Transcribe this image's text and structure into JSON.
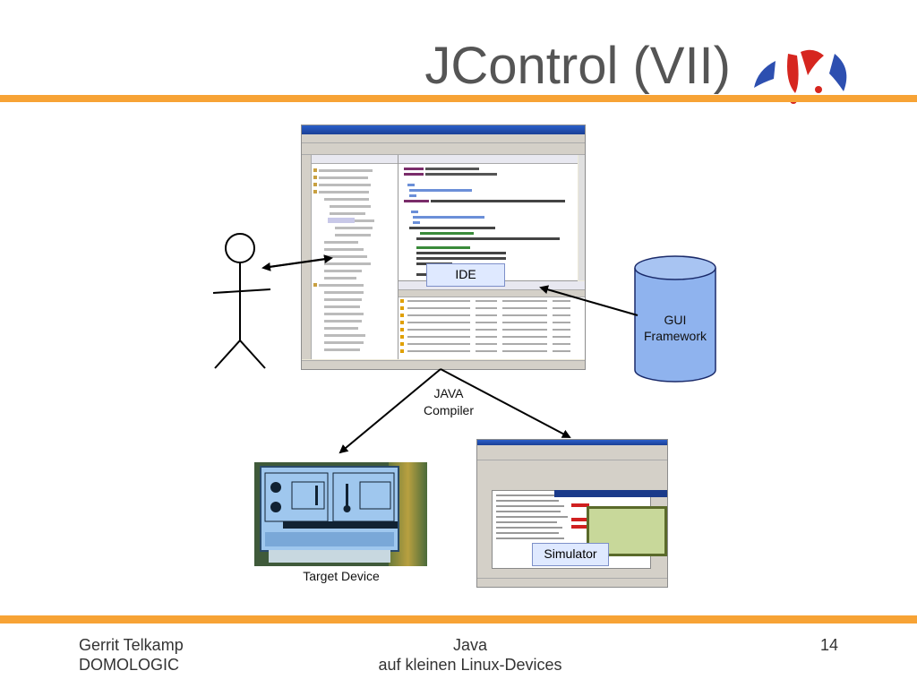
{
  "slide": {
    "title": "JControl (VII)",
    "logo_icon": "jcontrol-logo"
  },
  "callouts": {
    "ide": "IDE",
    "simulator": "Simulator"
  },
  "labels": {
    "gui_framework_1": "GUI",
    "gui_framework_2": "Framework",
    "java_compiler_1": "JAVA",
    "java_compiler_2": "Compiler",
    "target_device": "Target Device"
  },
  "footer": {
    "author": "Gerrit Telkamp",
    "company": "DOMOLOGIC",
    "topic_1": "Java",
    "topic_2": "auf kleinen Linux-Devices",
    "page_number": "14"
  },
  "colors": {
    "accent_orange": "#f7a335",
    "database_blue": "#8fb3ee",
    "callout_bg": "#dfe9ff",
    "lcd_blue": "#9fc7ee"
  }
}
